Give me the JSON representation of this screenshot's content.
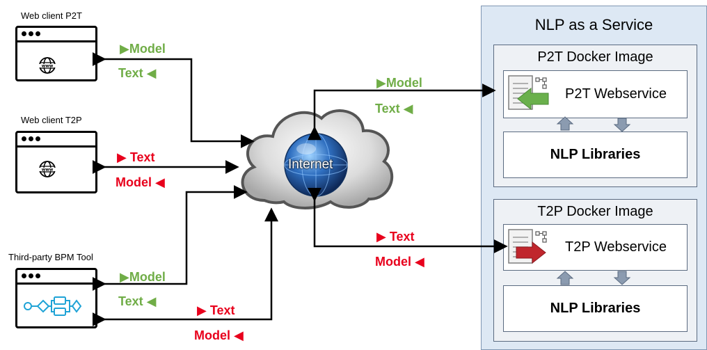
{
  "clients": {
    "p2t_title": "Web client P2T",
    "t2p_title": "Web client T2P",
    "bpm_title": "Third-party BPM Tool"
  },
  "flows": {
    "p2t_model": "▶Model",
    "p2t_text": "Text ◀",
    "t2p_text": "▶ Text",
    "t2p_model": "Model ◀",
    "bpm_model": "▶Model",
    "bpm_text": "Text ◀",
    "bpm2_text": "▶ Text",
    "bpm2_model": "Model ◀",
    "svc_p2t_model": "▶Model",
    "svc_p2t_text": "Text ◀",
    "svc_t2p_text": "▶ Text",
    "svc_t2p_model": "Model ◀"
  },
  "internet": {
    "label": "Internet"
  },
  "service": {
    "title": "NLP as a Service",
    "p2t_image": "P2T Docker Image",
    "p2t_webservice": "P2T Webservice",
    "p2t_libraries": "NLP Libraries",
    "t2p_image": "T2P Docker Image",
    "t2p_webservice": "T2P Webservice",
    "t2p_libraries": "NLP Libraries"
  },
  "colors": {
    "green": "#70ad47",
    "red": "#e8001c",
    "service_bg": "#dde8f4",
    "docker_bg": "#eef1f5",
    "arrow_gray": "#8b9bb0"
  },
  "icons": [
    "globe-icon",
    "bpmn-process-icon",
    "document-arrow-icon",
    "cloud-icon"
  ]
}
